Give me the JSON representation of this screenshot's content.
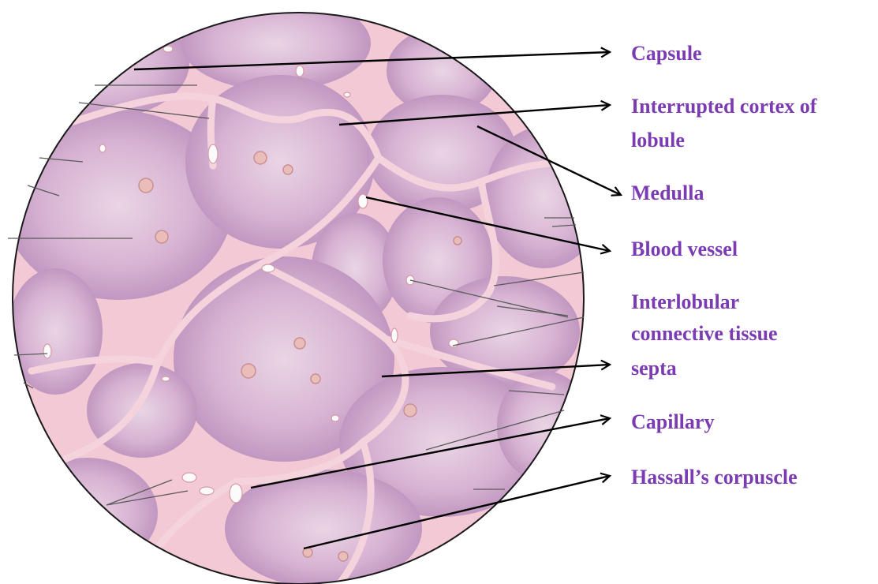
{
  "labels": {
    "capsule": "Capsule",
    "interrupted_cortex_line1": "Interrupted cortex of",
    "interrupted_cortex_line2": "lobule",
    "medulla": "Medulla",
    "blood_vessel": "Blood vessel",
    "interlobular_line1": "Interlobular",
    "interlobular_line2": "connective tissue",
    "interlobular_line3": "septa",
    "capillary": "Capillary",
    "hassalls_corpuscle": "Hassall’s corpuscle"
  },
  "colors": {
    "label_text": "#7a3bb3",
    "arrow": "#000000",
    "tissue_lobule": "#c99ac3",
    "tissue_medulla": "#e9d2e2",
    "septa": "#f1c9d3",
    "corpuscle": "#e7b5b0",
    "vessel": "#fafafa"
  }
}
